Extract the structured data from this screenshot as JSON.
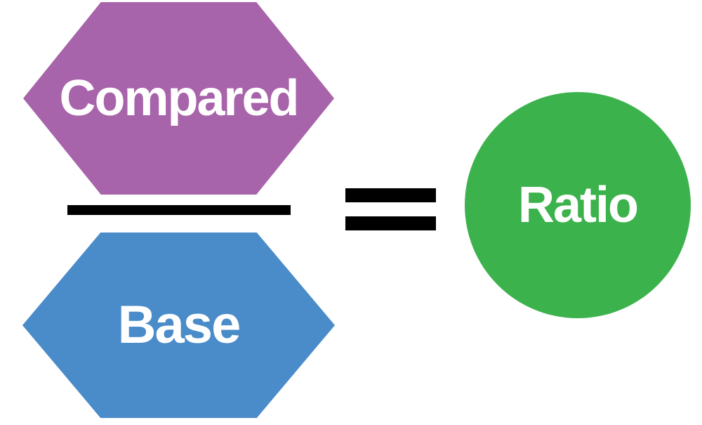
{
  "formula": {
    "numerator": {
      "label": "Compared",
      "shape": "hexagon",
      "color": "#a864aa"
    },
    "denominator": {
      "label": "Base",
      "shape": "hexagon",
      "color": "#4a8bc9"
    },
    "result": {
      "label": "Ratio",
      "shape": "circle",
      "color": "#3bb24c"
    },
    "operator": {
      "symbol": "="
    },
    "fraction_bar_color": "#000000",
    "operator_color": "#000000",
    "label_text_color": "#ffffff",
    "background_color": "#ffffff"
  }
}
